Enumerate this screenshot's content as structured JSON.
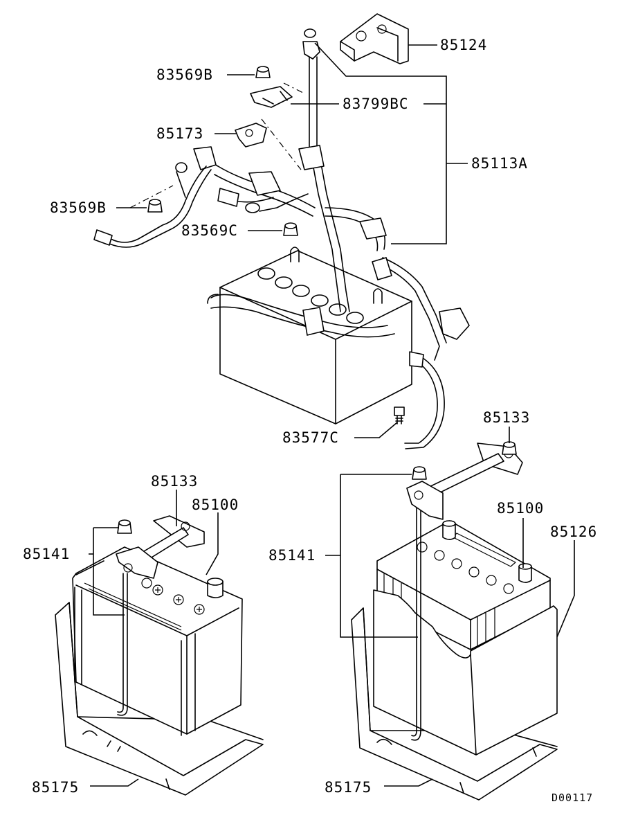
{
  "diagram": {
    "drawing_code": "D00117",
    "labels": {
      "p85124": "85124",
      "p83569B_top": "83569B",
      "p83799BC": "83799BC",
      "p85173": "85173",
      "p85113A": "85113A",
      "p83569B_left": "83569B",
      "p83569C": "83569C",
      "p83577C": "83577C",
      "p85133_right": "85133",
      "p85133_left": "85133",
      "p85100_left": "85100",
      "p85141_left": "85141",
      "p85100_right": "85100",
      "p85126": "85126",
      "p85141_right": "85141",
      "p85175_left": "85175",
      "p85175_right": "85175"
    }
  }
}
